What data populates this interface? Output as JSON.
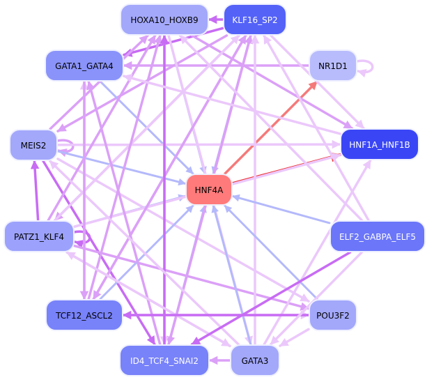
{
  "diagram": {
    "type": "directed-network",
    "nodes": [
      {
        "id": "HOXA10_HOXB9",
        "label": "HOXA10_HOXB9",
        "fill": "#a3a8fb",
        "text_color": "#000000"
      },
      {
        "id": "KLF16_SP2",
        "label": "KLF16_SP2",
        "fill": "#5462f8",
        "text_color": "#ffffff"
      },
      {
        "id": "GATA1_GATA4",
        "label": "GATA1_GATA4",
        "fill": "#8a93fa",
        "text_color": "#000000"
      },
      {
        "id": "NR1D1",
        "label": "NR1D1",
        "fill": "#b8bcfc",
        "text_color": "#000000"
      },
      {
        "id": "MEIS2",
        "label": "MEIS2",
        "fill": "#a3a8fb",
        "text_color": "#000000"
      },
      {
        "id": "HNF1A_HNF1B",
        "label": "HNF1A_HNF1B",
        "fill": "#3a46f5",
        "text_color": "#ffffff"
      },
      {
        "id": "HNF4A",
        "label": "HNF4A",
        "fill": "#ff7a7a",
        "text_color": "#000000"
      },
      {
        "id": "PATZ1_KLF4",
        "label": "PATZ1_KLF4",
        "fill": "#9ca2fb",
        "text_color": "#000000"
      },
      {
        "id": "ELF2_GABPA_ELF5",
        "label": "ELF2_GABPA_ELF5",
        "fill": "#6b76f9",
        "text_color": "#ffffff"
      },
      {
        "id": "TCF12_ASCL2",
        "label": "TCF12_ASCL2",
        "fill": "#7882f9",
        "text_color": "#000000"
      },
      {
        "id": "POU3F2",
        "label": "POU3F2",
        "fill": "#a3a8fb",
        "text_color": "#000000"
      },
      {
        "id": "ID4_TCF4_SNAI2",
        "label": "ID4_TCF4_SNAI2",
        "fill": "#7882f9",
        "text_color": "#ffffff"
      },
      {
        "id": "GATA3",
        "label": "GATA3",
        "fill": "#a3a8fb",
        "text_color": "#000000"
      }
    ],
    "edge_colors": {
      "activation_strong": "#ee3333",
      "activation_weak": "#f47a7a",
      "blue": "#b4b9fb",
      "violet_strong": "#c86cf4",
      "violet": "#dba0f7",
      "violet_light": "#ebc8fb"
    },
    "edges": [
      {
        "from": "KLF16_SP2",
        "to": "HOXA10_HOXB9",
        "color": "violet_strong"
      },
      {
        "from": "HNF4A",
        "to": "HNF1A_HNF1B",
        "color": "activation_strong"
      },
      {
        "from": "HNF4A",
        "to": "NR1D1",
        "color": "activation_weak"
      },
      {
        "from": "NR1D1",
        "to": "NR1D1",
        "color": "violet_light"
      },
      {
        "from": "MEIS2",
        "to": "MEIS2",
        "color": "violet"
      },
      {
        "from": "PATZ1_KLF4",
        "to": "PATZ1_KLF4",
        "color": "violet_strong"
      },
      {
        "from": "NR1D1",
        "to": "GATA1_GATA4",
        "color": "violet"
      },
      {
        "from": "KLF16_SP2",
        "to": "GATA1_GATA4",
        "color": "violet_strong"
      },
      {
        "from": "KLF16_SP2",
        "to": "MEIS2",
        "color": "violet"
      },
      {
        "from": "KLF16_SP2",
        "to": "HNF4A",
        "color": "blue"
      },
      {
        "from": "KLF16_SP2",
        "to": "PATZ1_KLF4",
        "color": "violet"
      },
      {
        "from": "KLF16_SP2",
        "to": "ID4_TCF4_SNAI2",
        "color": "violet"
      },
      {
        "from": "KLF16_SP2",
        "to": "TCF12_ASCL2",
        "color": "violet"
      },
      {
        "from": "GATA1_GATA4",
        "to": "HNF4A",
        "color": "blue"
      },
      {
        "from": "HOXA10_HOXB9",
        "to": "HNF4A",
        "color": "blue"
      },
      {
        "from": "HOXA10_HOXB9",
        "to": "ID4_TCF4_SNAI2",
        "color": "violet_light"
      },
      {
        "from": "HOXA10_HOXB9",
        "to": "HNF1A_HNF1B",
        "color": "violet"
      },
      {
        "from": "HOXA10_HOXB9",
        "to": "GATA3",
        "color": "violet_light"
      },
      {
        "from": "MEIS2",
        "to": "HNF4A",
        "color": "blue"
      },
      {
        "from": "MEIS2",
        "to": "HNF1A_HNF1B",
        "color": "violet_light"
      },
      {
        "from": "MEIS2",
        "to": "POU3F2",
        "color": "violet_light"
      },
      {
        "from": "MEIS2",
        "to": "HOXA10_HOXB9",
        "color": "violet"
      },
      {
        "from": "MEIS2",
        "to": "ID4_TCF4_SNAI2",
        "color": "violet_strong"
      },
      {
        "from": "PATZ1_KLF4",
        "to": "HNF4A",
        "color": "blue"
      },
      {
        "from": "PATZ1_KLF4",
        "to": "HOXA10_HOXB9",
        "color": "violet"
      },
      {
        "from": "PATZ1_KLF4",
        "to": "KLF16_SP2",
        "color": "violet_light"
      },
      {
        "from": "PATZ1_KLF4",
        "to": "POU3F2",
        "color": "violet"
      },
      {
        "from": "PATZ1_KLF4",
        "to": "GATA3",
        "color": "violet_light"
      },
      {
        "from": "PATZ1_KLF4",
        "to": "MEIS2",
        "color": "violet_strong"
      },
      {
        "from": "PATZ1_KLF4",
        "to": "HNF1A_HNF1B",
        "color": "violet_light"
      },
      {
        "from": "TCF12_ASCL2",
        "to": "HNF4A",
        "color": "blue"
      },
      {
        "from": "TCF12_ASCL2",
        "to": "HOXA10_HOXB9",
        "color": "violet"
      },
      {
        "from": "TCF12_ASCL2",
        "to": "GATA1_GATA4",
        "color": "violet_light"
      },
      {
        "from": "TCF12_ASCL2",
        "to": "KLF16_SP2",
        "color": "violet"
      },
      {
        "from": "TCF12_ASCL2",
        "to": "POU3F2",
        "color": "violet_light"
      },
      {
        "from": "ID4_TCF4_SNAI2",
        "to": "HNF4A",
        "color": "blue"
      },
      {
        "from": "ID4_TCF4_SNAI2",
        "to": "HOXA10_HOXB9",
        "color": "violet_strong"
      },
      {
        "from": "ID4_TCF4_SNAI2",
        "to": "KLF16_SP2",
        "color": "violet"
      },
      {
        "from": "ID4_TCF4_SNAI2",
        "to": "GATA1_GATA4",
        "color": "violet"
      },
      {
        "from": "GATA3",
        "to": "ID4_TCF4_SNAI2",
        "color": "violet"
      },
      {
        "from": "GATA3",
        "to": "HNF4A",
        "color": "blue"
      },
      {
        "from": "GATA3",
        "to": "KLF16_SP2",
        "color": "violet_light"
      },
      {
        "from": "GATA3",
        "to": "HNF1A_HNF1B",
        "color": "violet_light"
      },
      {
        "from": "GATA3",
        "to": "MEIS2",
        "color": "violet_light"
      },
      {
        "from": "GATA3",
        "to": "PATZ1_KLF4",
        "color": "violet_light"
      },
      {
        "from": "POU3F2",
        "to": "HNF4A",
        "color": "blue"
      },
      {
        "from": "POU3F2",
        "to": "TCF12_ASCL2",
        "color": "violet_strong"
      },
      {
        "from": "POU3F2",
        "to": "GATA3",
        "color": "violet_light"
      },
      {
        "from": "ELF2_GABPA_ELF5",
        "to": "HNF4A",
        "color": "blue"
      },
      {
        "from": "ELF2_GABPA_ELF5",
        "to": "ID4_TCF4_SNAI2",
        "color": "violet_strong"
      },
      {
        "from": "ELF2_GABPA_ELF5",
        "to": "KLF16_SP2",
        "color": "violet_light"
      },
      {
        "from": "ELF2_GABPA_ELF5",
        "to": "HOXA10_HOXB9",
        "color": "violet_light"
      },
      {
        "from": "ELF2_GABPA_ELF5",
        "to": "GATA3",
        "color": "violet_light"
      },
      {
        "from": "KLF16_SP2",
        "to": "HNF1A_HNF1B",
        "color": "violet_light"
      },
      {
        "from": "GATA1_GATA4",
        "to": "TCF12_ASCL2",
        "color": "violet"
      },
      {
        "from": "HNF1A_HNF1B",
        "to": "GATA1_GATA4",
        "color": "violet_light"
      }
    ]
  }
}
